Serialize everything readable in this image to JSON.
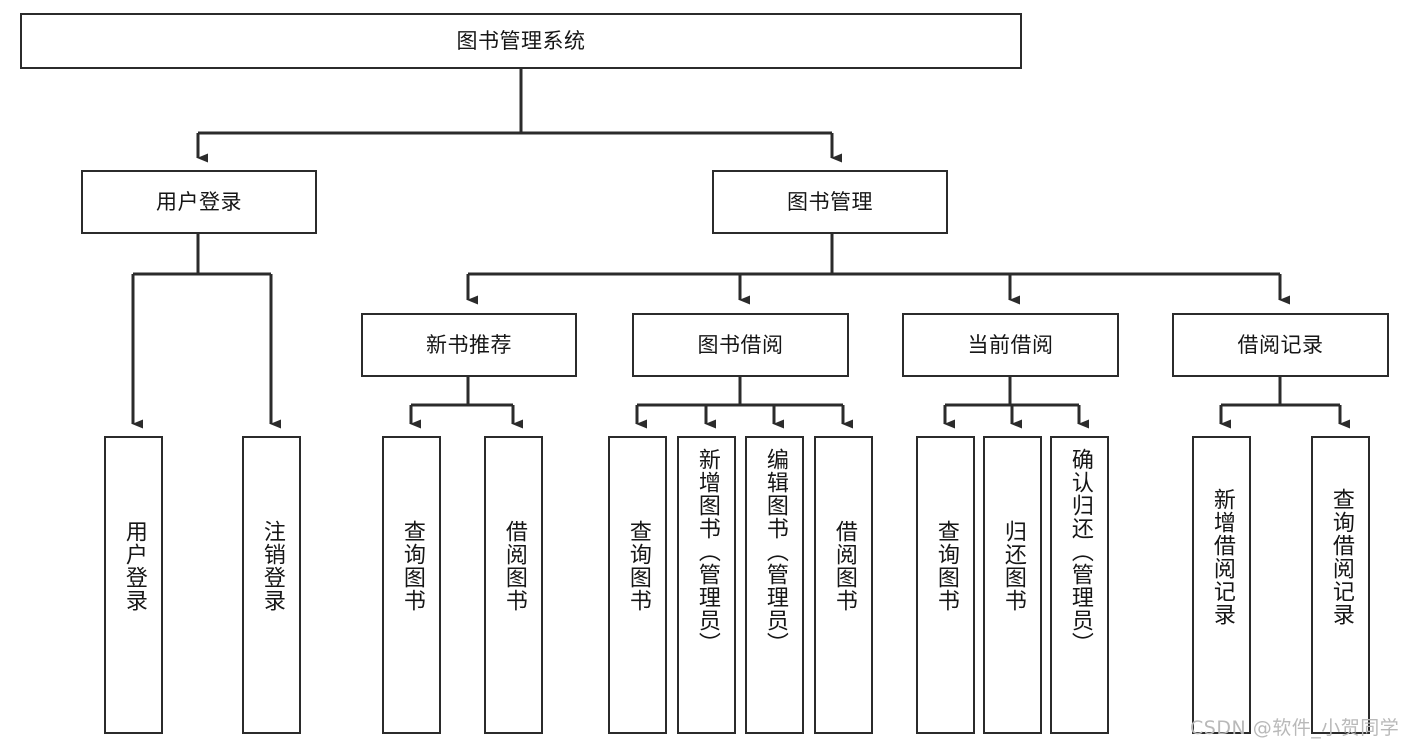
{
  "diagram": {
    "title": "图书管理系统",
    "type": "tree-hierarchy-chart",
    "orientation": "top-down",
    "watermark": "CSDN @软件_小贺同学",
    "colors": {
      "box_border": "#2b2b2b",
      "box_fill": "#ffffff",
      "edge": "#2b2b2b",
      "text": "#161616",
      "watermark": "#b9b9b9",
      "background": "#ffffff"
    },
    "levels": {
      "root": "图书管理系统",
      "level2": [
        "用户登录",
        "图书管理"
      ],
      "level3": [
        "新书推荐",
        "图书借阅",
        "当前借阅",
        "借阅记录"
      ],
      "level4": [
        "用户登录",
        "注销登录",
        "查询图书",
        "借阅图书",
        "查询图书",
        "新增图书（管理员）",
        "编辑图书（管理员）",
        "借阅图书",
        "查询图书",
        "归还图书",
        "确认归还（管理员）",
        "新增借阅记录",
        "查询借阅记录"
      ]
    },
    "nodes": {
      "root": {
        "label": "图书管理系统"
      },
      "user_login": {
        "label": "用户登录"
      },
      "book_manage": {
        "label": "图书管理"
      },
      "new_book_rec": {
        "label": "新书推荐"
      },
      "book_borrow": {
        "label": "图书借阅"
      },
      "current_borrow": {
        "label": "当前借阅"
      },
      "borrow_record": {
        "label": "借阅记录"
      },
      "leaf_user_login": {
        "label": "用户登录"
      },
      "leaf_user_logout": {
        "label": "注销登录"
      },
      "leaf_query_book_a": {
        "label": "查询图书"
      },
      "leaf_borrow_book_a": {
        "label": "借阅图书"
      },
      "leaf_query_book_b": {
        "label": "查询图书"
      },
      "leaf_add_book": {
        "label": "新增图书（管理员）"
      },
      "leaf_edit_book": {
        "label": "编辑图书（管理员）"
      },
      "leaf_borrow_book_b": {
        "label": "借阅图书"
      },
      "leaf_query_book_c": {
        "label": "查询图书"
      },
      "leaf_return_book": {
        "label": "归还图书"
      },
      "leaf_confirm_return": {
        "label": "确认归还（管理员）"
      },
      "leaf_add_record": {
        "label": "新增借阅记录"
      },
      "leaf_query_record": {
        "label": "查询借阅记录"
      }
    },
    "edges": [
      {
        "from": "root",
        "to": "user_login"
      },
      {
        "from": "root",
        "to": "book_manage"
      },
      {
        "from": "user_login",
        "to": "leaf_user_login"
      },
      {
        "from": "user_login",
        "to": "leaf_user_logout"
      },
      {
        "from": "book_manage",
        "to": "new_book_rec"
      },
      {
        "from": "book_manage",
        "to": "book_borrow"
      },
      {
        "from": "book_manage",
        "to": "current_borrow"
      },
      {
        "from": "book_manage",
        "to": "borrow_record"
      },
      {
        "from": "new_book_rec",
        "to": "leaf_query_book_a"
      },
      {
        "from": "new_book_rec",
        "to": "leaf_borrow_book_a"
      },
      {
        "from": "book_borrow",
        "to": "leaf_query_book_b"
      },
      {
        "from": "book_borrow",
        "to": "leaf_add_book"
      },
      {
        "from": "book_borrow",
        "to": "leaf_edit_book"
      },
      {
        "from": "book_borrow",
        "to": "leaf_borrow_book_b"
      },
      {
        "from": "current_borrow",
        "to": "leaf_query_book_c"
      },
      {
        "from": "current_borrow",
        "to": "leaf_return_book"
      },
      {
        "from": "current_borrow",
        "to": "leaf_confirm_return"
      },
      {
        "from": "borrow_record",
        "to": "leaf_add_record"
      },
      {
        "from": "borrow_record",
        "to": "leaf_query_record"
      }
    ]
  }
}
